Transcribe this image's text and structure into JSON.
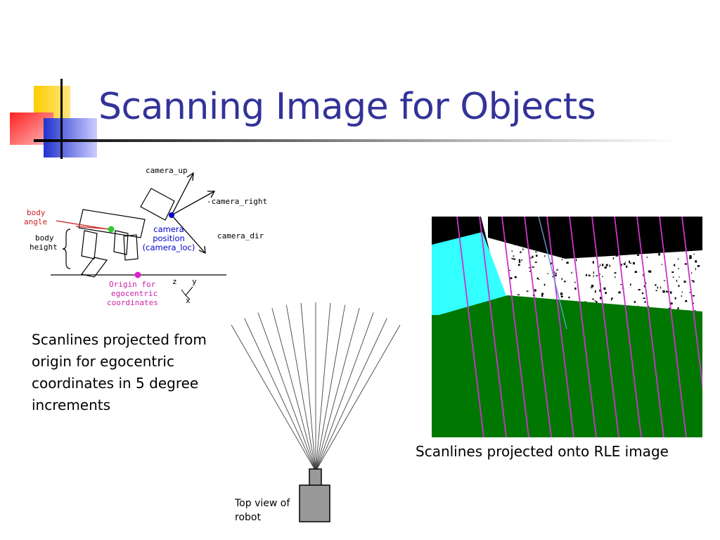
{
  "slide": {
    "title": "Scanning Image for Objects",
    "colors": {
      "title": "#333399",
      "accent_yellow": "#ffcc00",
      "accent_red": "#ff3333",
      "accent_blue": "#3333cc"
    }
  },
  "robot_diagram": {
    "labels": {
      "camera_up": "camera_up",
      "camera_right": "-camera_right",
      "camera_dir": "camera_dir",
      "body_angle_1": "body",
      "body_angle_2": "angle",
      "body_height_1": "body",
      "body_height_2": "height",
      "camera_pos_1": "camera",
      "camera_pos_2": "position",
      "camera_pos_3": "(camera_loc)",
      "origin_1": "Origin for",
      "origin_2": "egocentric",
      "origin_3": "coordinates",
      "axis_z": "z",
      "axis_y": "y",
      "axis_x": "x"
    }
  },
  "captions": {
    "left": "Scanlines projected from origin for egocentric coordinates in 5 degree increments",
    "top_view": "Top view of robot",
    "right": "Scanlines projected onto RLE image"
  }
}
